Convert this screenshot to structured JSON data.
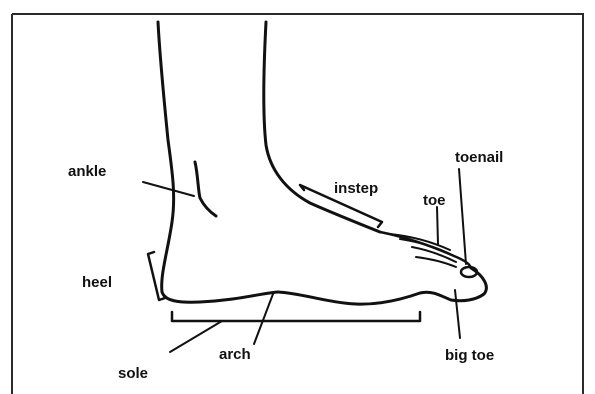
{
  "labels": {
    "ankle": "ankle",
    "heel": "heel",
    "sole": "sole",
    "arch": "arch",
    "instep": "instep",
    "toe": "toe",
    "toenail": "toenail",
    "big_toe": "big toe"
  },
  "colors": {
    "ink": "#111111",
    "frame": "#2a2a2a",
    "background": "#ffffff"
  }
}
